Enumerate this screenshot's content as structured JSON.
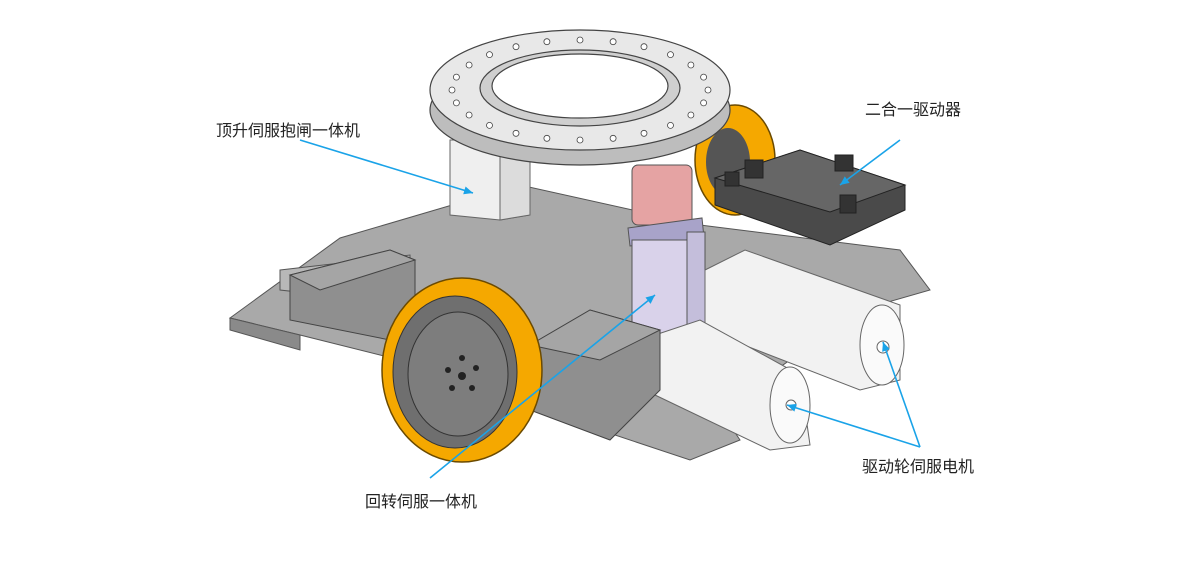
{
  "labels": {
    "lift_servo_brake": "顶升伺服抱闸一体机",
    "dual_driver": "二合一驱动器",
    "rotary_servo": "回转伺服一体机",
    "drive_wheel_servo_motor": "驱动轮伺服电机"
  },
  "colors": {
    "leader_line": "#1aa3e8",
    "wheel_tread": "#f5a800",
    "plate": "#9a9a9a",
    "motor": "#f2f2f2",
    "driver": "#4a4a4a",
    "coupling": "#e5a3a3",
    "lift_column": "#d9d2ea"
  }
}
